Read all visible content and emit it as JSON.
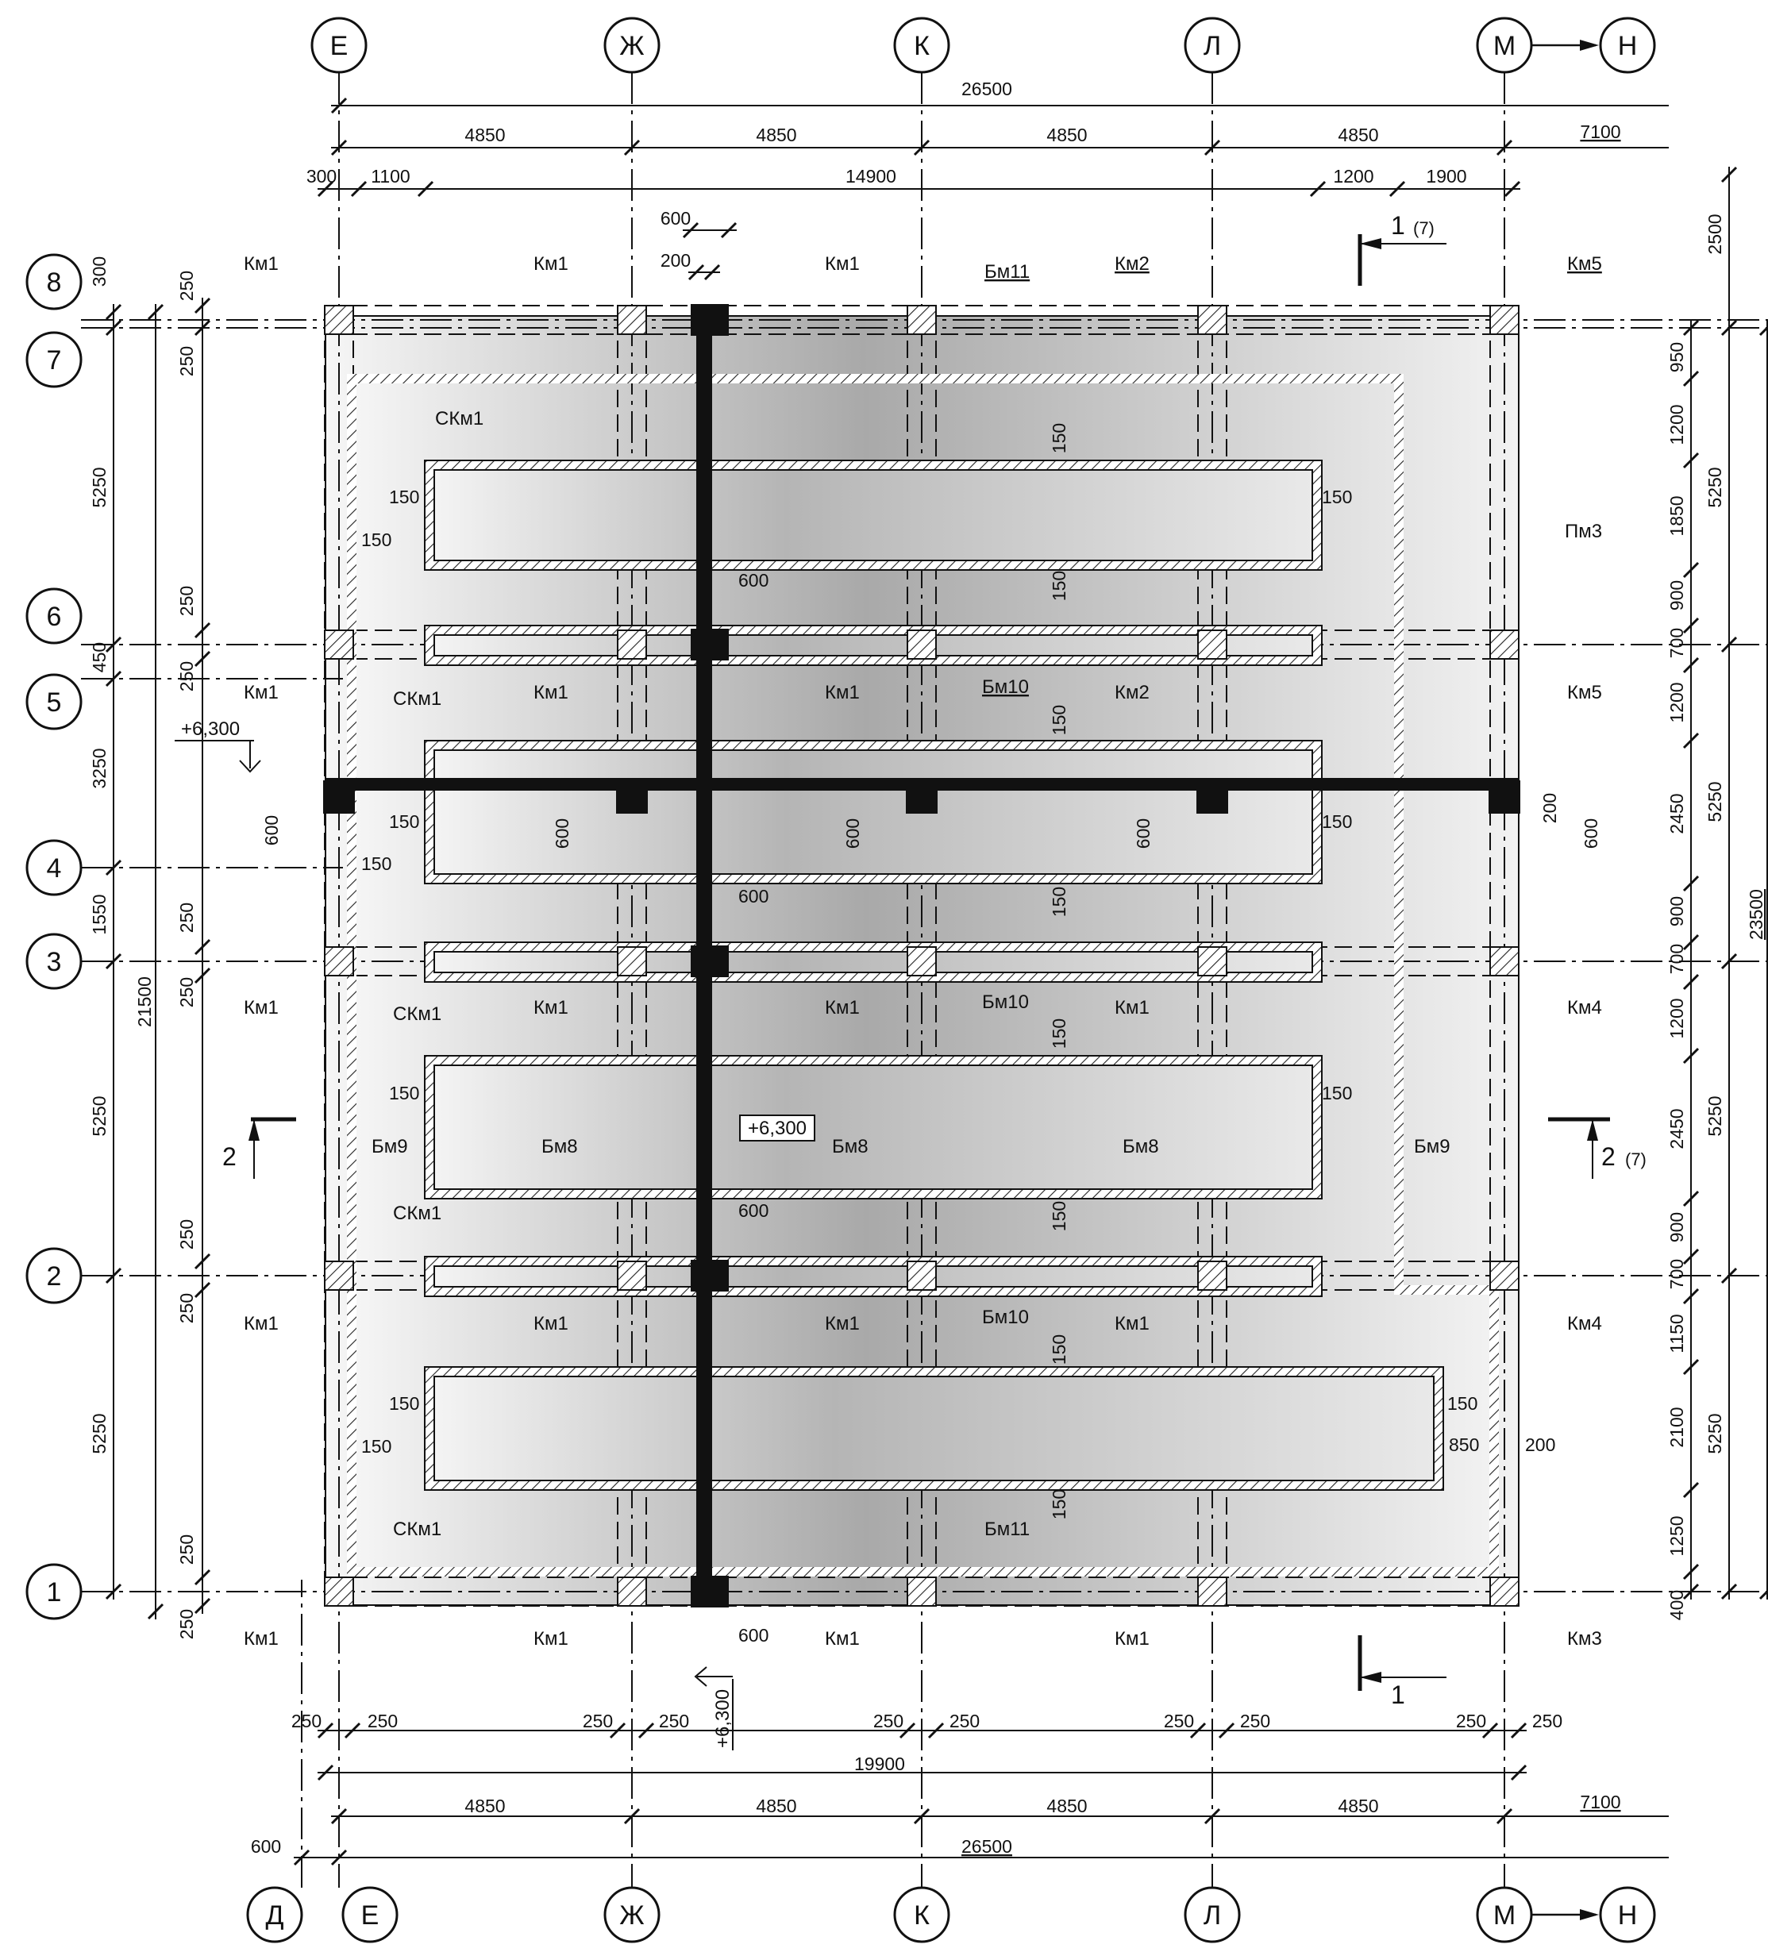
{
  "axes": {
    "letters_top": [
      "Е",
      "Ж",
      "К",
      "Л",
      "М",
      "Н"
    ],
    "letters_bottom": [
      "Д",
      "Е",
      "Ж",
      "К",
      "Л",
      "М",
      "Н"
    ],
    "numbers": [
      "8",
      "7",
      "6",
      "5",
      "4",
      "3",
      "2",
      "1"
    ]
  },
  "dims": {
    "top_total": "26500",
    "top_spans": [
      "4850",
      "4850",
      "4850",
      "4850"
    ],
    "top_tail": "7100",
    "top_sub": [
      "300",
      "1100",
      "14900",
      "1200",
      "1900"
    ],
    "top_small": [
      "600",
      "200"
    ],
    "bottom_total": "26500",
    "bottom_spans": [
      "4850",
      "4850",
      "4850",
      "4850"
    ],
    "bottom_tail": "7100",
    "bottom_width": "19900",
    "bottom_offset": "600",
    "bottom_pairs": [
      "250",
      "250",
      "250",
      "250",
      "250",
      "250",
      "250",
      "250",
      "250",
      "250"
    ],
    "left_outer": [
      "300",
      "5250",
      "450",
      "3250",
      "1550",
      "5250",
      "5250"
    ],
    "left_total": "21500",
    "left_pairs": [
      "250",
      "250",
      "250",
      "250",
      "250",
      "250",
      "250",
      "250",
      "250",
      "250"
    ],
    "left_600": "600",
    "right_inner": [
      "950",
      "1200",
      "1850",
      "900",
      "700",
      "1200",
      "2450",
      "900",
      "700",
      "1200",
      "2450",
      "900",
      "700",
      "1150",
      "2100",
      "1250",
      "400"
    ],
    "right_mid": [
      "2500",
      "5250",
      "5250",
      "5250",
      "5250"
    ],
    "right_total": "23500",
    "right_200": "200",
    "right_600": "600",
    "col_600": [
      "600",
      "600",
      "600",
      "600"
    ],
    "beam_600": [
      "600",
      "600",
      "600",
      "600"
    ],
    "thick_150": [
      "150",
      "150",
      "150",
      "150",
      "150",
      "150",
      "150",
      "150",
      "150",
      "150",
      "150",
      "150",
      "150",
      "150",
      "150",
      "150",
      "150",
      "150",
      "150",
      "150"
    ],
    "bottom_850": "850",
    "bottom_200": "200"
  },
  "marks": {
    "km1": "Км1",
    "km2": "Км2",
    "km3": "Км3",
    "km4": "Км4",
    "km5": "Км5",
    "bm8": "Бм8",
    "bm9": "Бм9",
    "bm10": "Бм10",
    "bm11": "Бм11",
    "skm1": "СКм1",
    "pm3": "Пм3"
  },
  "elevations": {
    "left": "+6,300",
    "center": "+6,300",
    "bottom": "+6,300"
  },
  "sections": {
    "s1_top": "1",
    "s1_top_sheet": "(7)",
    "s1_bottom": "1",
    "s2_left": "2",
    "s2_right": "2",
    "s2_right_sheet": "(7)"
  }
}
